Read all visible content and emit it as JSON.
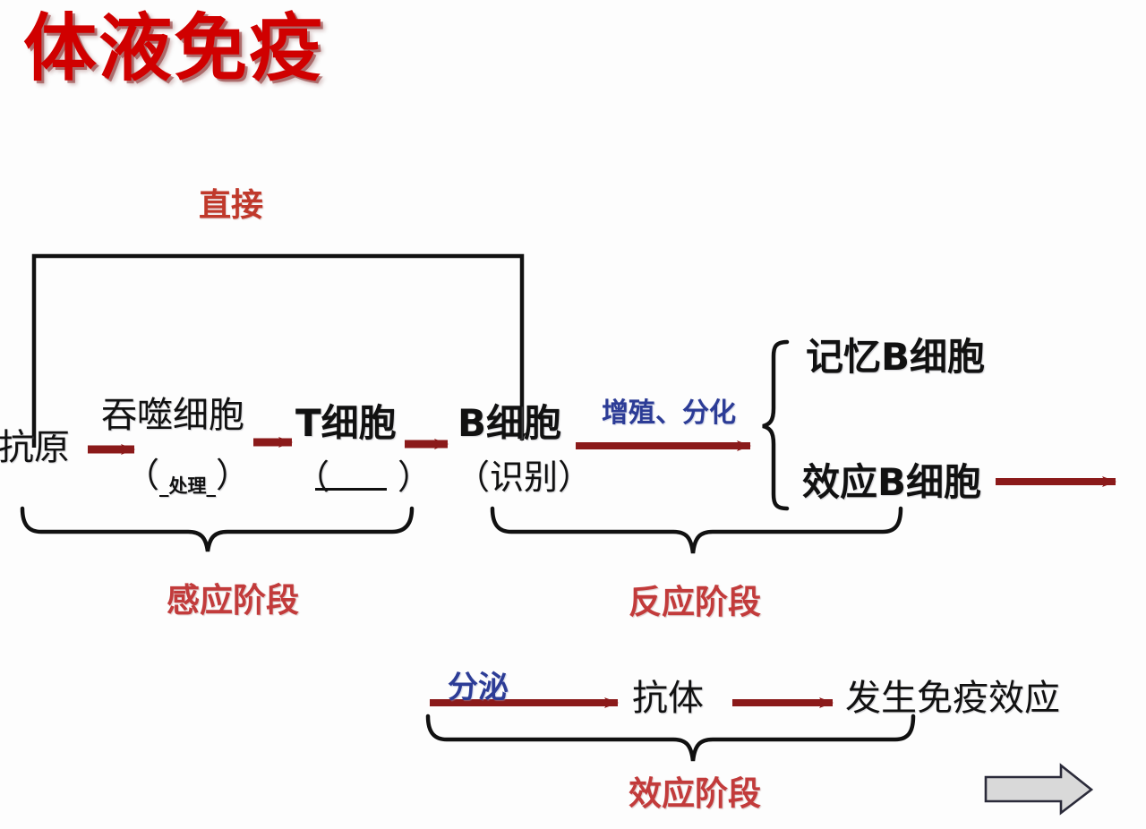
{
  "title": "体液免疫",
  "colors": {
    "title_red": "#d00000",
    "stage_red": "#c23b3b",
    "annotation_blue": "#2c3c96",
    "arrow_red": "#8b1a1a",
    "line_black": "#111111",
    "nav_arrow_gray": "#d6d6d6"
  },
  "nodes": {
    "antigen": "抗原",
    "phagocyte": "吞噬细胞",
    "phagocyte_blank": "（_处理_）",
    "phagocyte_blank_paren_left": "（",
    "phagocyte_blank_text": "_处理_",
    "phagocyte_blank_paren_right": "）",
    "t_cell": "T细胞",
    "t_cell_blank": "（　　）",
    "b_cell": "B细胞",
    "b_cell_blank": "（识别）",
    "memory_b_cell": "记忆B细胞",
    "effector_b_cell": "效应B细胞",
    "antibody": "抗体",
    "immune_effect": "发生免疫效应"
  },
  "annotations": {
    "direct": "直接",
    "proliferate_differentiate": "增殖、分化",
    "secrete": "分泌"
  },
  "stages": {
    "sensing": "感应阶段",
    "reaction": "反应阶段",
    "effector": "效应阶段"
  },
  "icons": {
    "next_slide": "next-slide-arrow-icon"
  }
}
